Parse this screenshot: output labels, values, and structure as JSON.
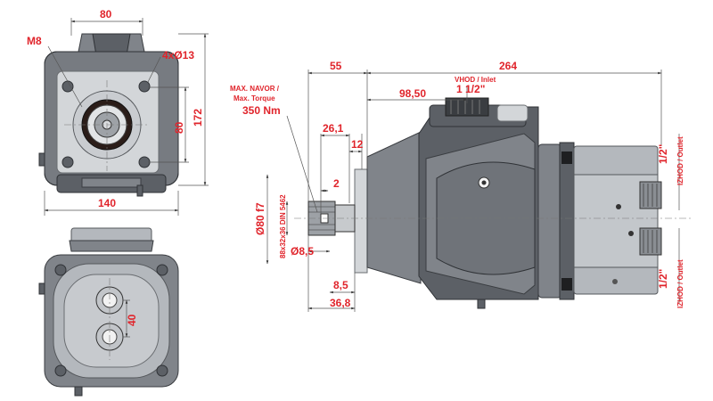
{
  "colors": {
    "dimension_text": "#e0242b",
    "housing_dark": "#5c6066",
    "housing_light": "#b4b8bd"
  },
  "front_view": {
    "dim_top_width": "80",
    "thread_label": "M8",
    "holes_label": "4xØ13",
    "dim_bolt_pitch": "80",
    "dim_height": "172",
    "dim_width": "140"
  },
  "rear_view": {
    "dim_port_spacing": "40"
  },
  "side_view": {
    "dim_flange_offset": "55",
    "dim_total_length": "264",
    "inlet_label": "VHOD / Inlet",
    "inlet_size": "1  1/2\"",
    "dim_inlet_pos": "98,50",
    "torque_label_line1": "MAX. NAVOR /",
    "torque_label_line2": "Max. Torque",
    "torque_value": "350 Nm",
    "dim_spline_len": "26,1",
    "dim_shoulder": "12",
    "dim_key": "2",
    "dim_pilot": "Ø80 f7",
    "spline_spec": "88x32x36 DIN 5462",
    "dim_shaft_dia": "Ø8,5",
    "dim_shaft_step": "8,5",
    "dim_shaft_len": "36,8",
    "outlet_size_top": "1/2\"",
    "outlet_label_top": "IZHOD / Outlet",
    "outlet_size_bottom": "1/2\"",
    "outlet_label_bottom": "IZHOD / Outlet"
  }
}
